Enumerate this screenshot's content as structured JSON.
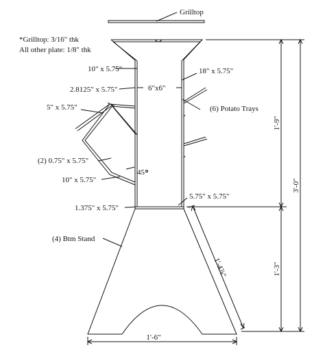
{
  "labels": {
    "grilltop": "Grilltop",
    "note_line1": "*Grilltop: 3/16\" thk",
    "note_line2": "All other plate: 1/8\" thk",
    "plate_10x575_top": "10\" x 5.75\"",
    "plate_18x575": "18\" x 5.75\"",
    "plate_28125x575": "2.8125\" x 5.75\"",
    "plate_6x6": "6\"x6\"",
    "plate_5x575": "5\" x 5.75\"",
    "potato_trays": "(6) Potato Trays",
    "plate_075x575": "(2) 0.75\" x 5.75\"",
    "angle_45": "45",
    "plate_10x575_lower": "10\" x 5.75\"",
    "plate_575x575": "5.75\" x 5.75\"",
    "plate_1375x575": "1.375\" x 5.75\"",
    "btm_stand": "(4) Btm Stand",
    "dim_width": "1'-6\"",
    "dim_slant": "1'-4⅞\"",
    "dim_upper": "1'-9\"",
    "dim_lower": "1'-3\"",
    "dim_total": "3'-0\""
  }
}
